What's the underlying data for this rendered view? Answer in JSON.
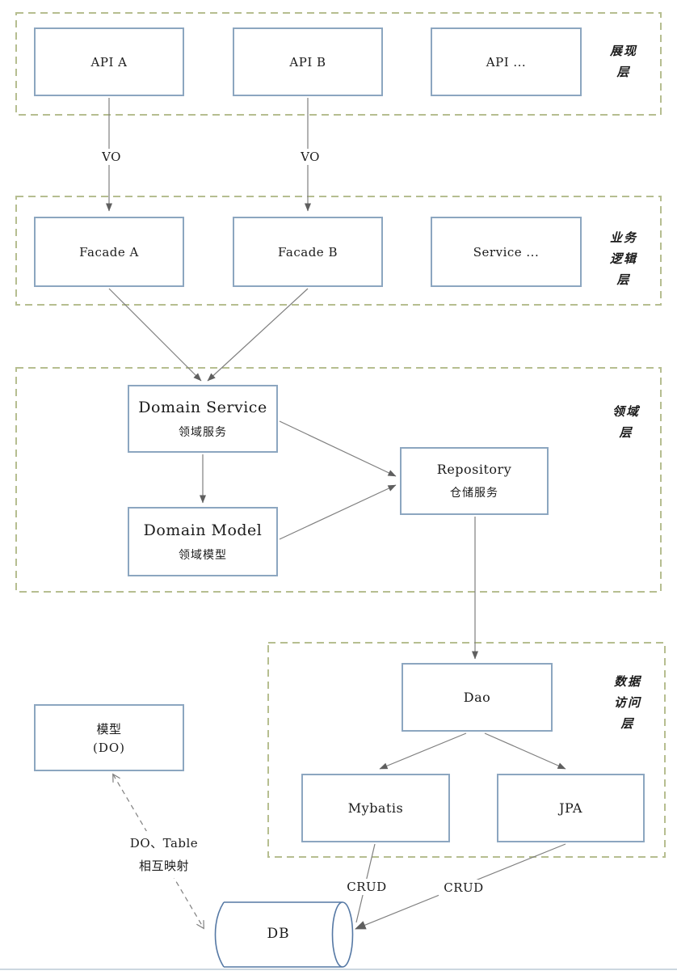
{
  "layers": [
    {
      "id": "presentation",
      "lines": [
        "展现",
        "层"
      ]
    },
    {
      "id": "business",
      "lines": [
        "业务",
        "逻辑",
        "层"
      ]
    },
    {
      "id": "domain",
      "lines": [
        "领域",
        "层"
      ]
    },
    {
      "id": "data-access",
      "lines": [
        "数据",
        "访问",
        "层"
      ]
    }
  ],
  "boxes": [
    {
      "id": "api-a",
      "title": "API A"
    },
    {
      "id": "api-b",
      "title": "API B"
    },
    {
      "id": "api-etc",
      "title": "API ..."
    },
    {
      "id": "facade-a",
      "title": "Facade A"
    },
    {
      "id": "facade-b",
      "title": "Facade B"
    },
    {
      "id": "service-etc",
      "title": "Service ..."
    },
    {
      "id": "domain-service",
      "title": "Domain Service",
      "subtitle": "领域服务"
    },
    {
      "id": "domain-model",
      "title": "Domain Model",
      "subtitle": "领域模型"
    },
    {
      "id": "repository",
      "title": "Repository",
      "subtitle": "仓储服务"
    },
    {
      "id": "dao",
      "title": "Dao"
    },
    {
      "id": "mybatis",
      "title": "Mybatis"
    },
    {
      "id": "jpa",
      "title": "JPA"
    },
    {
      "id": "do-model",
      "title": "模型",
      "subtitle": "(DO)"
    }
  ],
  "db": {
    "label": "DB"
  },
  "edge_labels": {
    "vo_a": "VO",
    "vo_b": "VO",
    "crud_mybatis": "CRUD",
    "crud_jpa": "CRUD",
    "mapping_line1": "DO、Table",
    "mapping_line2": "相互映射"
  },
  "colors": {
    "bg": "#ffffff",
    "text": "#1b1b1b",
    "box-border": "#8ca6c0",
    "layer-border": "#b6be90",
    "connector": "#7f7f7f",
    "arrowhead": "#5f5f5f",
    "db-border": "#5578a4",
    "footer-line": "#ccd7e0"
  }
}
